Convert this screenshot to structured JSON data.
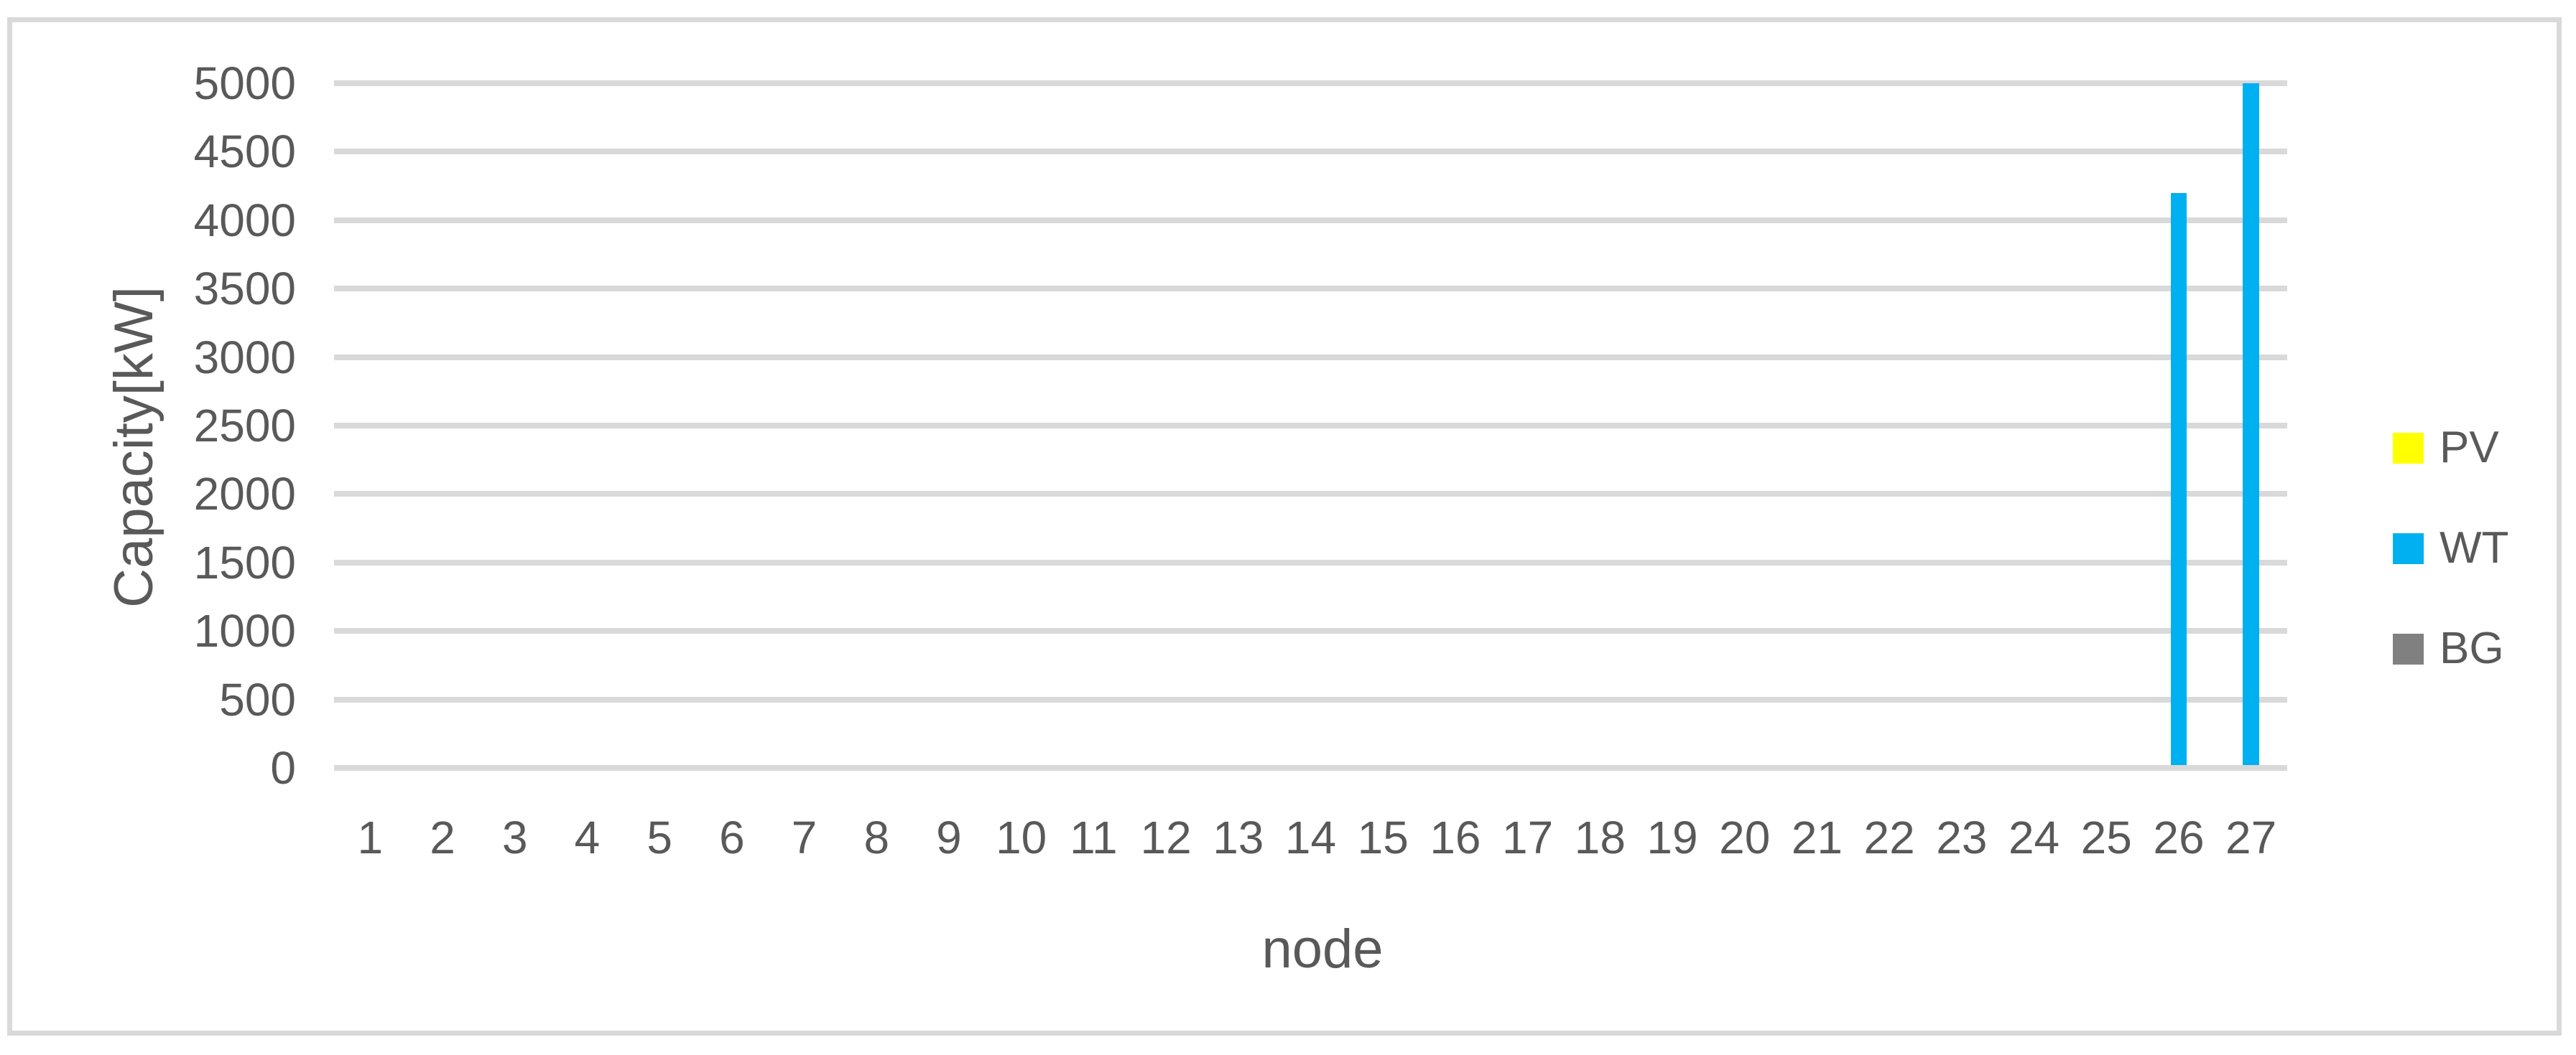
{
  "chart_data": {
    "type": "bar",
    "title": "",
    "xlabel": "node",
    "ylabel": "Capacity[kW]",
    "categories": [
      1,
      2,
      3,
      4,
      5,
      6,
      7,
      8,
      9,
      10,
      11,
      12,
      13,
      14,
      15,
      16,
      17,
      18,
      19,
      20,
      21,
      22,
      23,
      24,
      25,
      26,
      27
    ],
    "series": [
      {
        "name": "PV",
        "color": "#FFFF00",
        "values": [
          0,
          0,
          0,
          0,
          0,
          0,
          0,
          0,
          0,
          0,
          0,
          0,
          0,
          0,
          0,
          0,
          0,
          0,
          0,
          0,
          0,
          0,
          0,
          0,
          0,
          0,
          0
        ]
      },
      {
        "name": "WT",
        "color": "#00B0F0",
        "values": [
          0,
          0,
          0,
          0,
          0,
          0,
          0,
          0,
          0,
          0,
          0,
          0,
          0,
          0,
          0,
          0,
          0,
          0,
          0,
          0,
          0,
          0,
          0,
          0,
          0,
          4200,
          5000
        ]
      },
      {
        "name": "BG",
        "color": "#808080",
        "values": [
          0,
          0,
          0,
          0,
          0,
          0,
          0,
          0,
          0,
          0,
          0,
          0,
          0,
          0,
          0,
          0,
          0,
          0,
          0,
          0,
          0,
          0,
          0,
          0,
          0,
          0,
          0
        ]
      }
    ],
    "ylim": [
      0,
      5000
    ],
    "yticks": [
      0,
      500,
      1000,
      1500,
      2000,
      2500,
      3000,
      3500,
      4000,
      4500,
      5000
    ],
    "grid": true,
    "legend_position": "right"
  },
  "colors": {
    "text": "#595959",
    "gridline": "#D9D9D9",
    "frame_border": "#D9D9D9",
    "background": "#FFFFFF"
  }
}
